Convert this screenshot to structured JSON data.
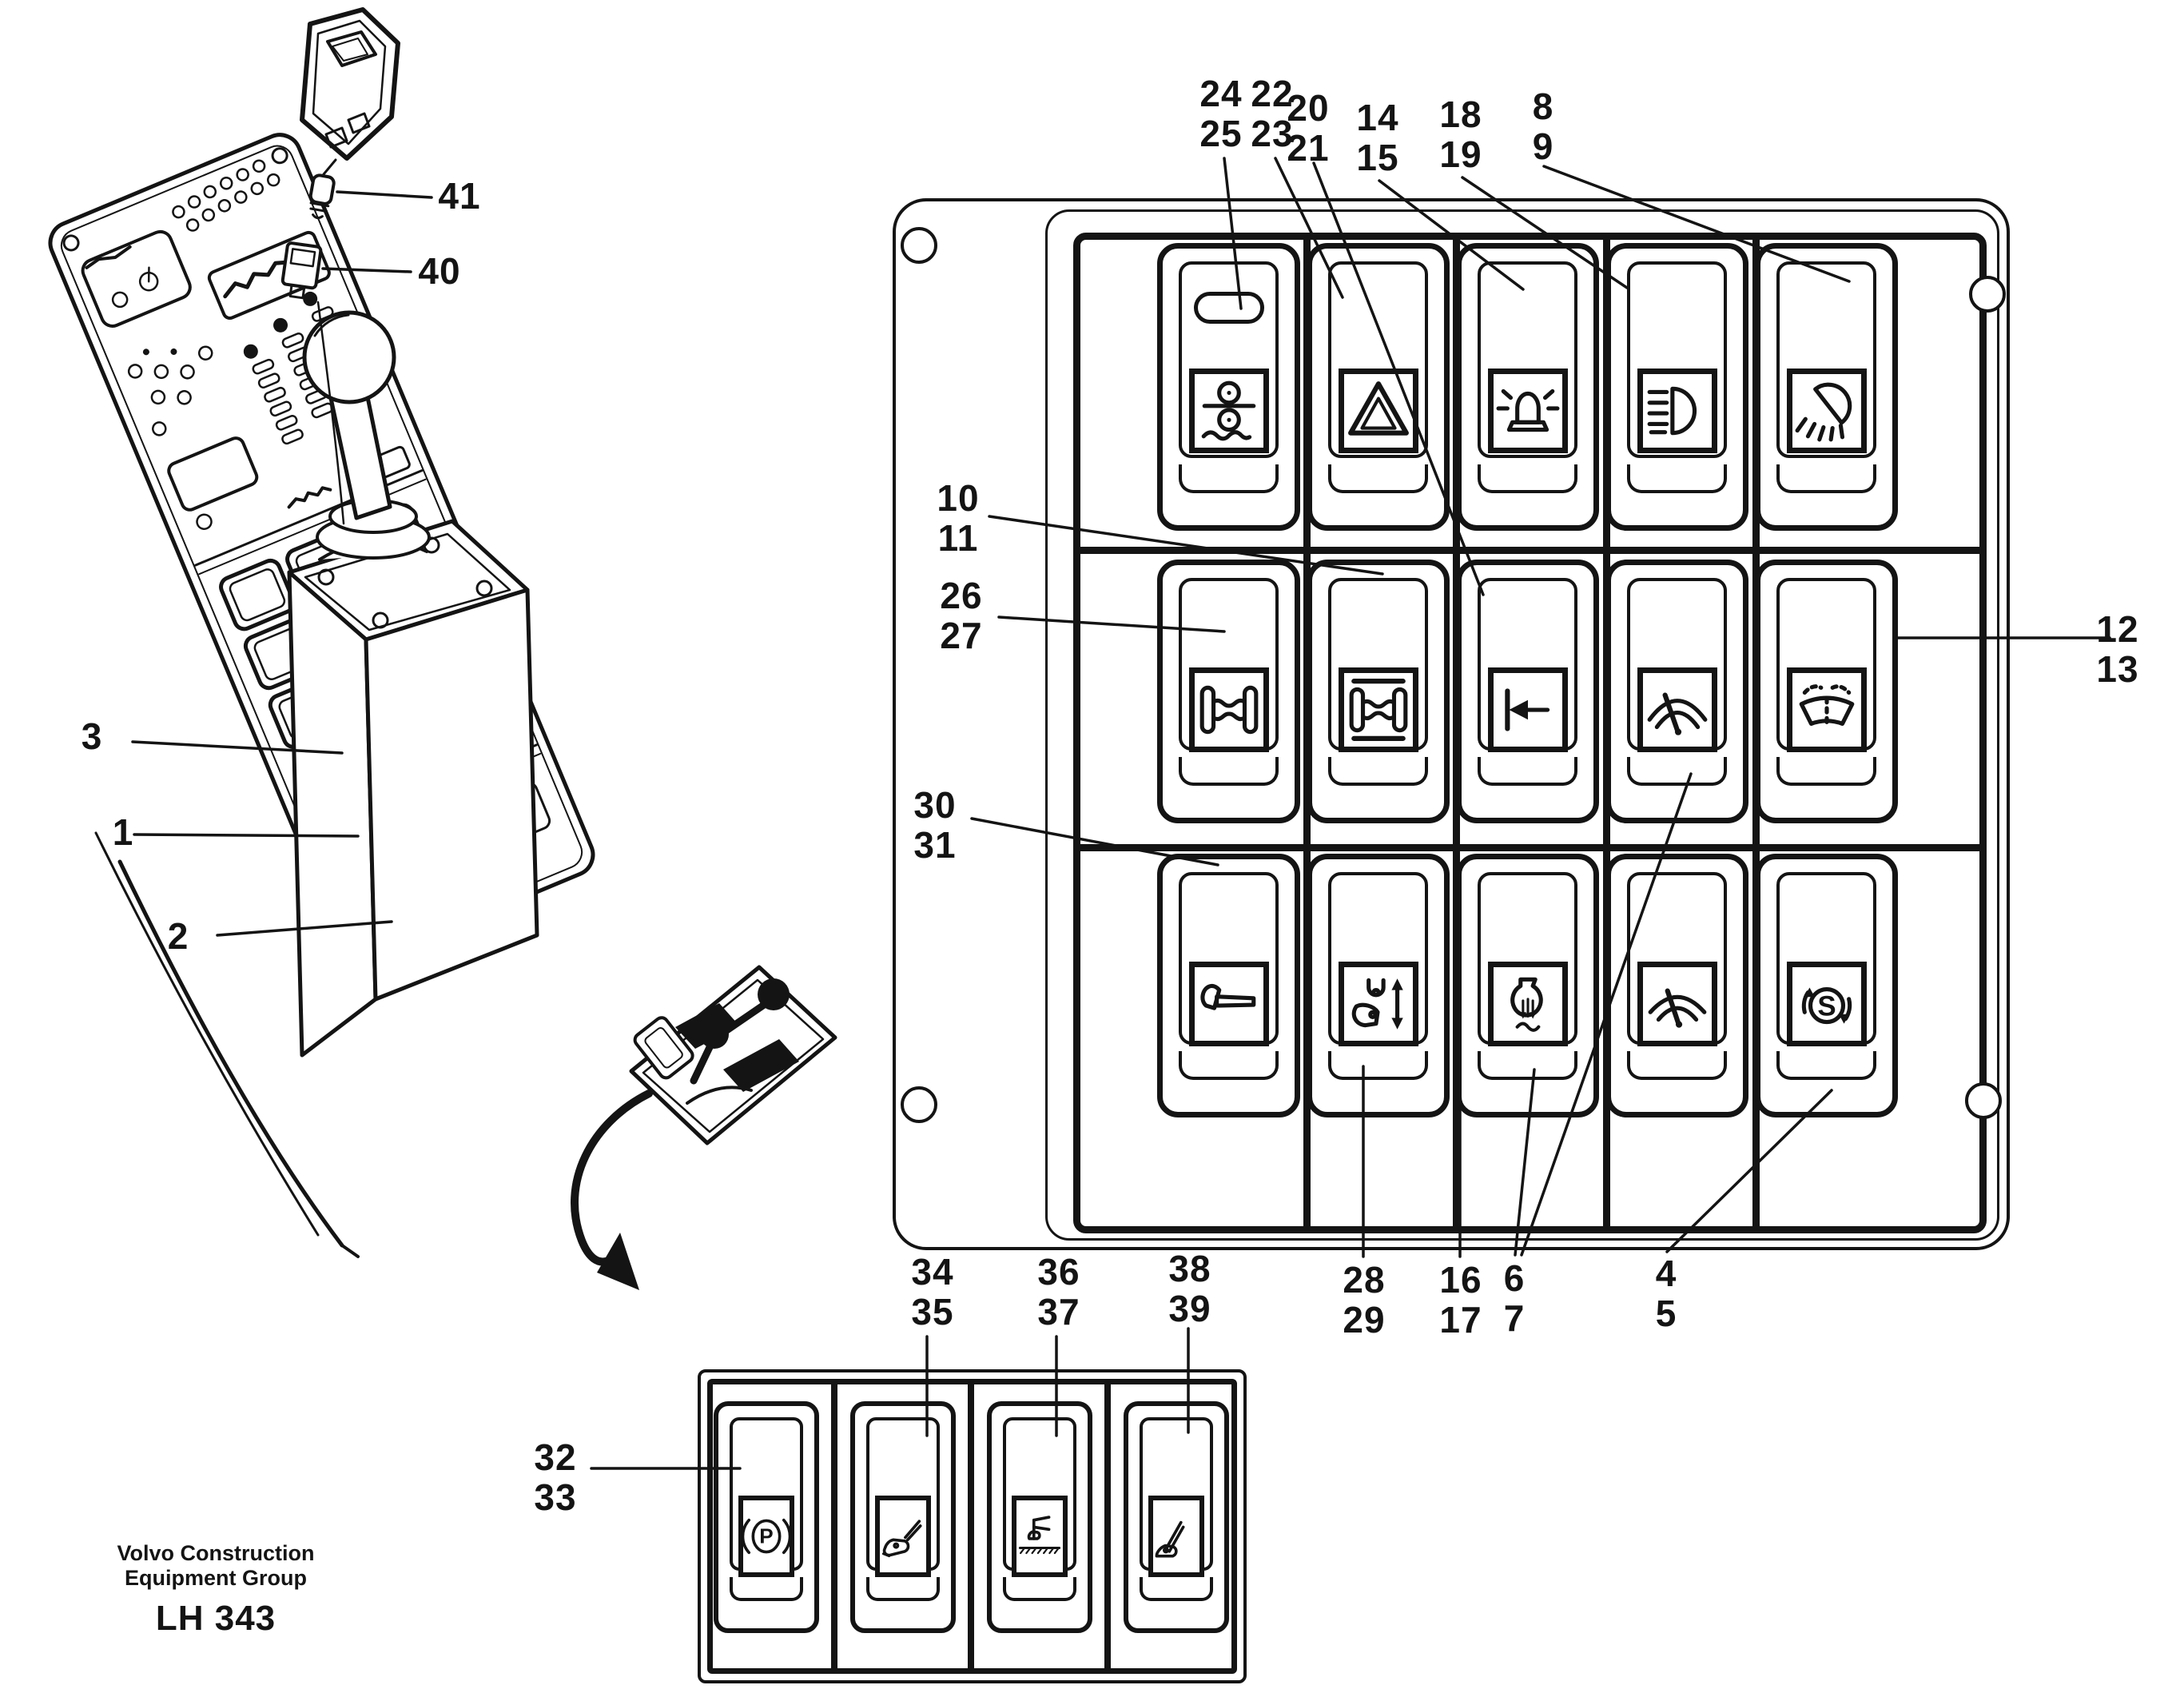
{
  "brand": {
    "line1": "Volvo Construction",
    "line2": "Equipment Group",
    "code": "LH 343"
  },
  "callouts": {
    "c24_25": {
      "line1": "24",
      "line2": "25"
    },
    "c22_23": {
      "line1": "22",
      "line2": "23"
    },
    "c20_21": {
      "line1": "20",
      "line2": "21"
    },
    "c14_15": {
      "line1": "14",
      "line2": "15"
    },
    "c18_19": {
      "line1": "18",
      "line2": "19"
    },
    "c8_9": {
      "line1": "8",
      "line2": "9"
    },
    "c10_11": {
      "line1": "10",
      "line2": "11"
    },
    "c26_27": {
      "line1": "26",
      "line2": "27"
    },
    "c30_31": {
      "line1": "30",
      "line2": "31"
    },
    "c12_13": {
      "line1": "12",
      "line2": "13"
    },
    "c28_29": {
      "line1": "28",
      "line2": "29"
    },
    "c16_17": {
      "line1": "16",
      "line2": "17"
    },
    "c6_7": {
      "line1": "6",
      "line2": "7"
    },
    "c4_5": {
      "line1": "4",
      "line2": "5"
    },
    "c34_35": {
      "line1": "34",
      "line2": "35"
    },
    "c36_37": {
      "line1": "36",
      "line2": "37"
    },
    "c38_39": {
      "line1": "38",
      "line2": "39"
    },
    "c32_33": {
      "line1": "32",
      "line2": "33"
    },
    "c3": {
      "line1": "3"
    },
    "c1": {
      "line1": "1"
    },
    "c2": {
      "line1": "2"
    },
    "c41": {
      "line1": "41"
    },
    "c40": {
      "line1": "40"
    }
  },
  "big_panel": {
    "name": "switch-panel-main",
    "rows": [
      [
        {
          "icon": "rollers",
          "callout_ref": "24/25",
          "indicator_slot": true
        },
        {
          "icon": "hazard-flashers",
          "callout_ref": "22/23"
        },
        {
          "icon": "rotating-beacon",
          "callout_ref": "14/15"
        },
        {
          "icon": "headlights",
          "callout_ref": "18/19"
        },
        {
          "icon": "work-lights",
          "callout_ref": "8/9"
        }
      ],
      [
        {
          "icon": "differential-lock",
          "callout_ref": "26/27"
        },
        {
          "icon": "differential-lock-axle",
          "callout_ref": "10/11"
        },
        {
          "icon": "boom-kickout",
          "callout_ref": "20/21"
        },
        {
          "icon": "front-wiper",
          "callout_ref": "6/7"
        },
        {
          "icon": "intermittent-wiper",
          "callout_ref": "12/13"
        }
      ],
      [
        {
          "icon": "hammer",
          "callout_ref": "30/31"
        },
        {
          "icon": "bucket-positioner",
          "callout_ref": "28/29"
        },
        {
          "icon": "heater",
          "callout_ref": "16/17"
        },
        {
          "icon": "rear-wiper",
          "callout_ref": "6/7"
        },
        {
          "icon": "secondary-steering",
          "icon_letter": "S",
          "callout_ref": "4/5"
        }
      ]
    ]
  },
  "small_panel": {
    "name": "switch-panel-lower",
    "switches": [
      {
        "icon": "parking-brake",
        "icon_letter": "P",
        "callout_ref": "32/33"
      },
      {
        "icon": "bucket-lowered",
        "callout_ref": "34/35"
      },
      {
        "icon": "float-position",
        "callout_ref": "36/37"
      },
      {
        "icon": "bucket-raised",
        "callout_ref": "38/39"
      }
    ]
  }
}
